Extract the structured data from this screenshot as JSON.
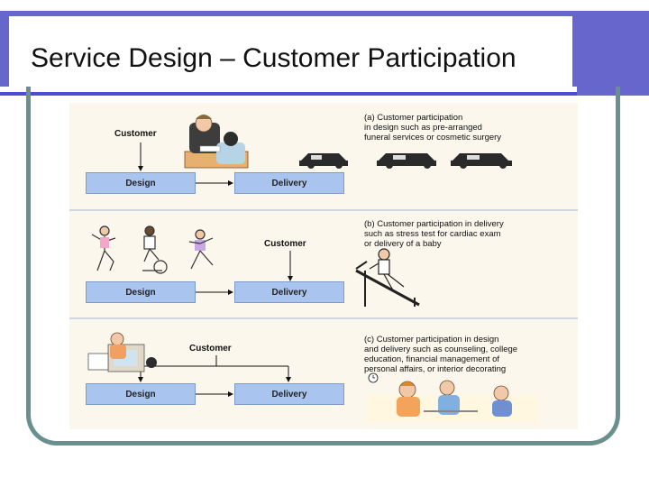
{
  "slide": {
    "title": "Service Design – Customer Participation"
  },
  "figure": {
    "panels": [
      {
        "customer_label": "Customer",
        "design_label": "Design",
        "delivery_label": "Delivery",
        "caption": "(a) Customer participation\nin design such as pre-arranged\nfuneral services or cosmetic surgery"
      },
      {
        "customer_label": "Customer",
        "design_label": "Design",
        "delivery_label": "Delivery",
        "caption": "(b) Customer participation in delivery\nsuch as stress test for cardiac exam\nor delivery of a baby"
      },
      {
        "customer_label": "Customer",
        "design_label": "Design",
        "delivery_label": "Delivery",
        "caption": "(c) Customer participation in design\nand delivery such as counseling, college\neducation, financial management of\npersonal affairs, or interior decorating"
      }
    ]
  },
  "colors": {
    "header_band": "#6666cc",
    "title_rule": "#4d4dd0",
    "frame_border": "#6b8f8f",
    "node_box": "#a9c4ee"
  }
}
